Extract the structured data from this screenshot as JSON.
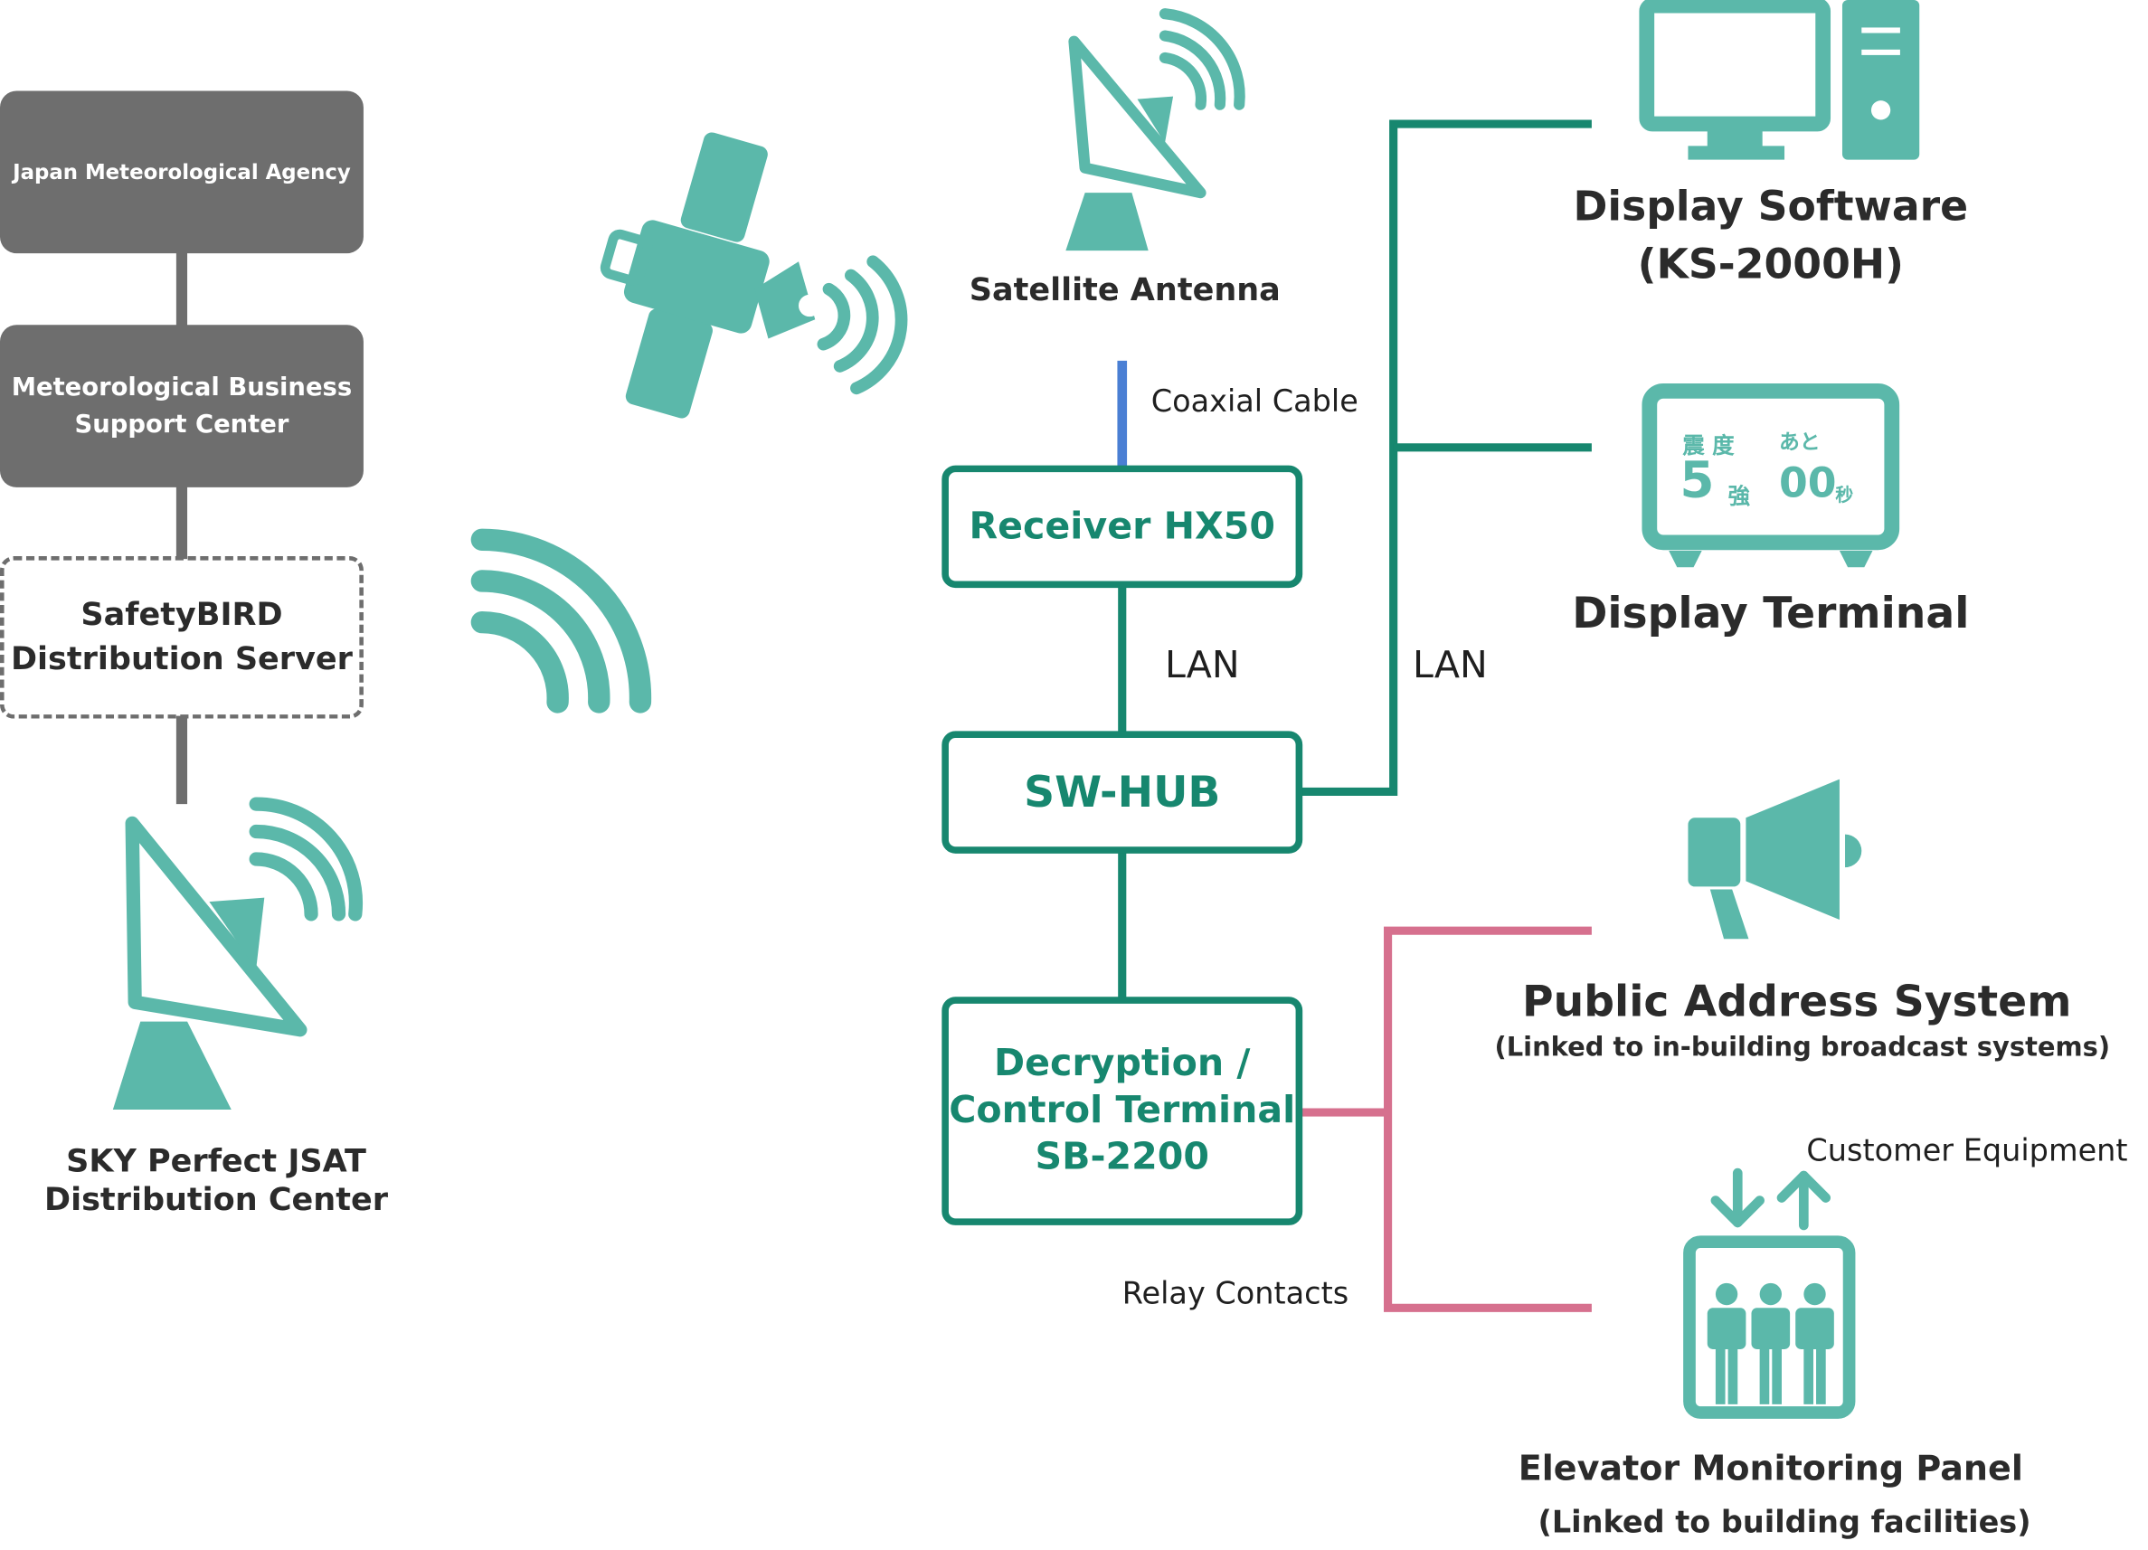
{
  "left_chain": {
    "jma": "Japan Meteorological Agency",
    "mbsc_line1": "Meteorological Business",
    "mbsc_line2": "Support Center",
    "server_line1": "SafetyBIRD",
    "server_line2": "Distribution Server",
    "center_line1": "SKY Perfect JSAT",
    "center_line2": "Distribution Center"
  },
  "receiver_side": {
    "antenna_label": "Satellite Antenna",
    "coax_label": "Coaxial Cable",
    "receiver": "Receiver HX50",
    "lan_left": "LAN",
    "lan_right": "LAN",
    "hub": "SW-HUB",
    "control_line1": "Decryption /",
    "control_line2": "Control Terminal",
    "control_line3": "SB-2200",
    "relay_label": "Relay Contacts"
  },
  "devices": {
    "display_software": "Display Software",
    "display_software_model": "(KS-2000H)",
    "display_terminal": "Display Terminal",
    "terminal_screen": {
      "shindo": "震 度",
      "ato": "あと",
      "level": "5",
      "strength": "強",
      "seconds": "00",
      "sec_unit": "秒"
    },
    "pa_system": "Public Address System",
    "pa_note": "(Linked to in-building broadcast systems)",
    "customer_equipment": "Customer Equipment",
    "elevator_panel": "Elevator Monitoring Panel",
    "elevator_note": "(Linked to building facilities)"
  },
  "colors": {
    "teal": "#5bb8aa",
    "dark_teal": "#17876f",
    "gray": "#6e6e6e",
    "pink": "#d6708e",
    "blue": "#4a7fd4"
  }
}
